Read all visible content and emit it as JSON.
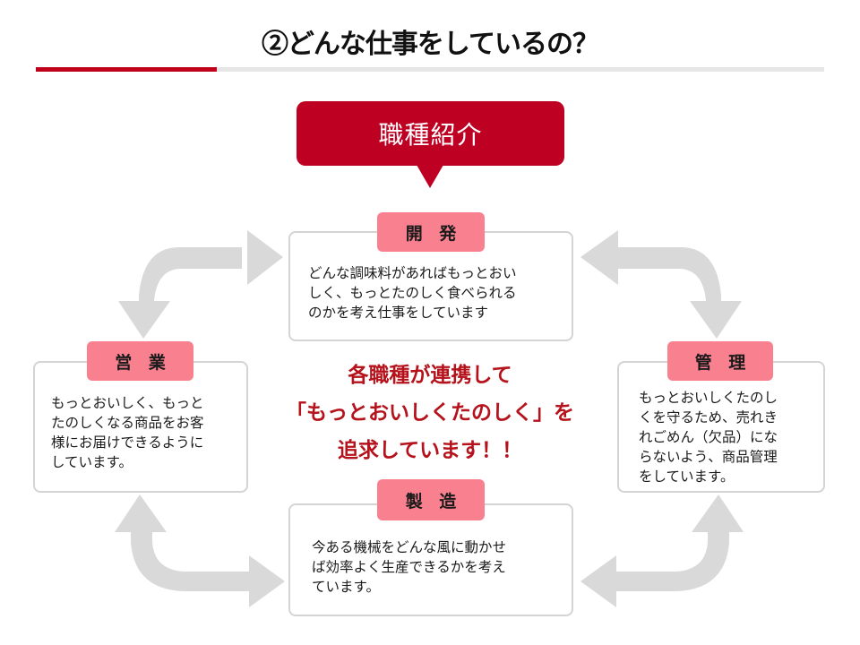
{
  "header": {
    "title": "②どんな仕事をしているの？"
  },
  "callout": {
    "label": "職種紹介"
  },
  "roles": {
    "development": {
      "name": "開 発",
      "description": "どんな調味料があればもっとおい\nしく、もっとたのしく食べられる\nのかを考え仕事をしています"
    },
    "sales": {
      "name": "営 業",
      "description": "もっとおいしく、もっと\nたのしくなる商品をお客\n様にお届けできるように\nしています。"
    },
    "management": {
      "name": "管 理",
      "description": "もっとおいしくたのし\nくを守るため、売れき\nれごめん（欠品）にな\nらないよう、商品管理\nをしています。"
    },
    "manufacturing": {
      "name": "製 造",
      "description": "今ある機械をどんな風に動かせ\nば効率よく生産できるかを考え\nています。"
    }
  },
  "center_message": {
    "text": "各職種が連携して\n「もっとおいしくたのしく」を\n追求しています！！"
  },
  "colors": {
    "accent_red": "#be0022",
    "tag_pink": "#f9808f",
    "arrow_gray": "#d9d9d9",
    "message_red": "#b5121b"
  }
}
